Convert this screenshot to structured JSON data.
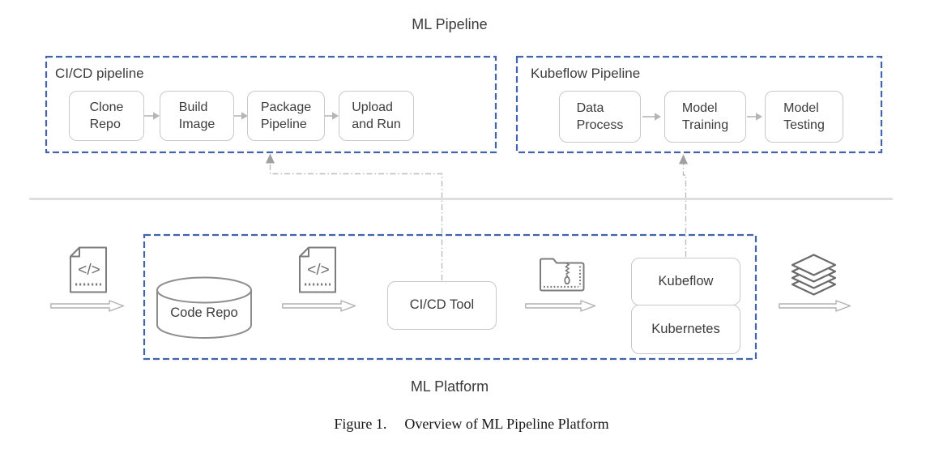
{
  "title": "ML Pipeline",
  "cicd_pipeline": {
    "label": "CI/CD pipeline",
    "steps": [
      "Clone\nRepo",
      "Build\nImage",
      "Package\nPipeline",
      "Upload\nand Run"
    ]
  },
  "kubeflow_pipeline": {
    "label": "Kubeflow Pipeline",
    "steps": [
      "Data\nProcess",
      "Model\nTraining",
      "Model\nTesting"
    ]
  },
  "platform": {
    "label": "ML Platform",
    "nodes": {
      "code_repo": "Code Repo",
      "cicd_tool": "CI/CD Tool",
      "kubeflow": "Kubeflow",
      "kubernetes": "Kubernetes"
    }
  },
  "icons": {
    "code_glyph": "</>"
  },
  "caption": {
    "label": "Figure 1.",
    "text": "Overview of ML Pipeline Platform"
  },
  "colors": {
    "dashed_border": "#4363ac",
    "node_border": "#c8c8c8",
    "connector": "#bdbdbd",
    "arrow": "#b5b5b5",
    "divider": "#dedede",
    "icon_stroke": "#7c7c7c",
    "text": "#3c3c3c"
  }
}
